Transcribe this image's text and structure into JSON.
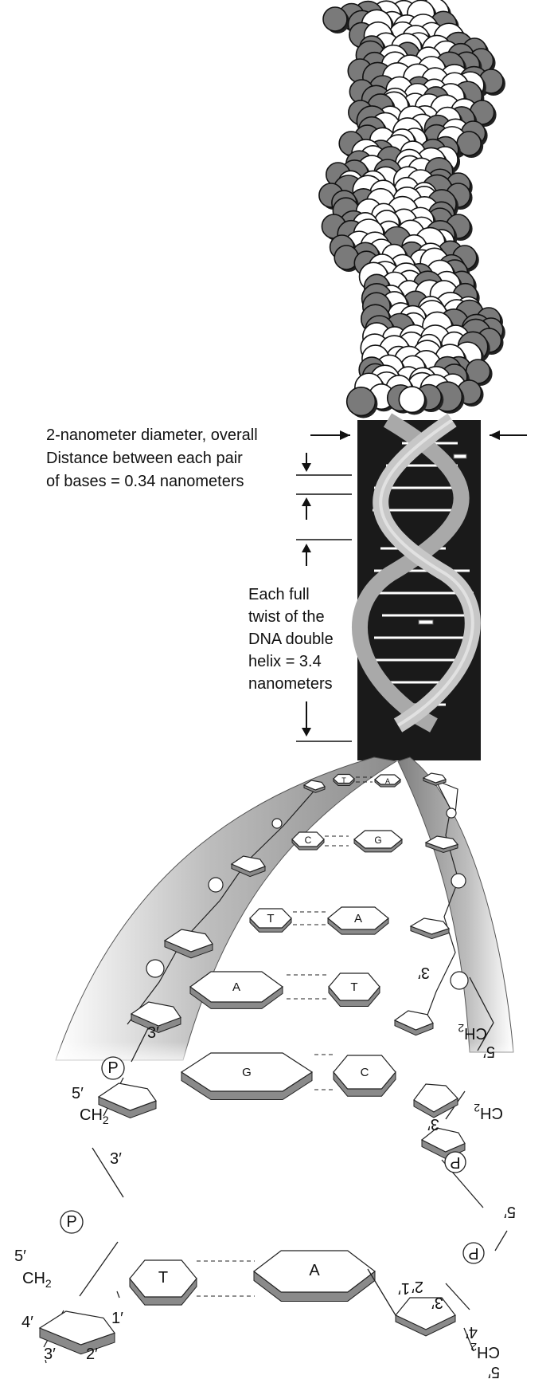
{
  "annotations": {
    "diameter": "2-nanometer diameter, overall",
    "pair_line1": "Distance between each pair",
    "pair_line2": "of bases = 0.34 nanometers",
    "twist_lines": [
      "Each full",
      "twist of the",
      "DNA double",
      "helix = 3.4",
      "nanometers"
    ]
  },
  "bases": {
    "pair1": [
      "T",
      "A"
    ],
    "pair2": [
      "C",
      "G"
    ],
    "pair3": [
      "T",
      "A"
    ],
    "pair4": [
      "A",
      "T"
    ],
    "pair5": [
      "G",
      "C"
    ],
    "pair6": [
      "T",
      "A"
    ]
  },
  "labels": {
    "phosphate": "P",
    "ch2": "CH",
    "ch2_sub": "2",
    "five_prime": "5′",
    "four_prime": "4′",
    "three_prime": "3′",
    "two_prime": "2′",
    "one_prime": "1′"
  },
  "colors": {
    "atom_dark": "#7a7a7a",
    "atom_light": "#ffffff",
    "helix_box": "#1a1a1a",
    "ribbon": "#9a9a9a",
    "ring_shadow": "#8a8a8a"
  }
}
